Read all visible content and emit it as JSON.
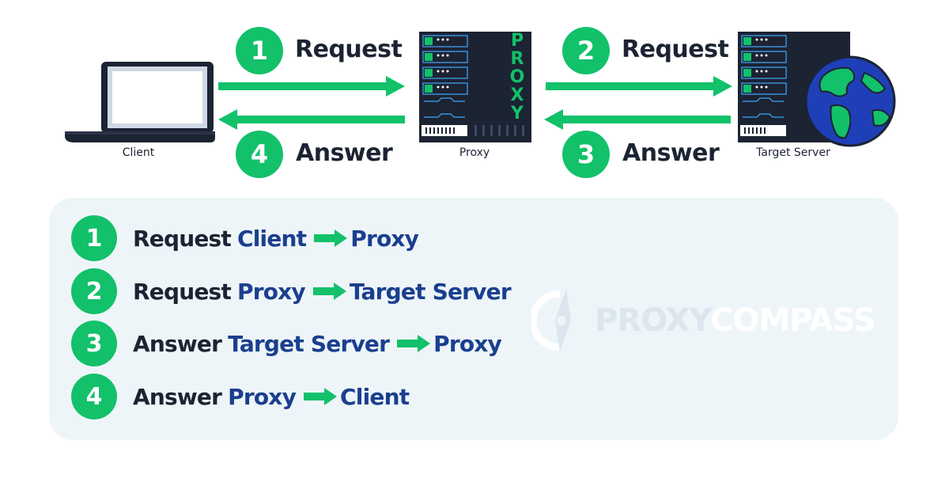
{
  "nodes": {
    "client": "Client",
    "proxy": "Proxy",
    "target": "Target Server",
    "proxy_sign": [
      "P",
      "R",
      "O",
      "X",
      "Y"
    ]
  },
  "steps": [
    {
      "num": "1",
      "word": "Request"
    },
    {
      "num": "2",
      "word": "Request"
    },
    {
      "num": "3",
      "word": "Answer"
    },
    {
      "num": "4",
      "word": "Answer"
    }
  ],
  "legend": [
    {
      "num": "1",
      "action": "Request",
      "from": "Client",
      "to": "Proxy"
    },
    {
      "num": "2",
      "action": "Request",
      "from": "Proxy",
      "to": "Target Server"
    },
    {
      "num": "3",
      "action": "Answer",
      "from": "Target Server",
      "to": "Proxy"
    },
    {
      "num": "4",
      "action": "Answer",
      "from": "Proxy",
      "to": "Client"
    }
  ],
  "watermark": {
    "part1": "PROXY",
    "part2": "COMPASS"
  },
  "colors": {
    "green": "#12c16a",
    "navy": "#1c2333",
    "blue": "#1a3f8f",
    "panel": "#eef5f8"
  }
}
